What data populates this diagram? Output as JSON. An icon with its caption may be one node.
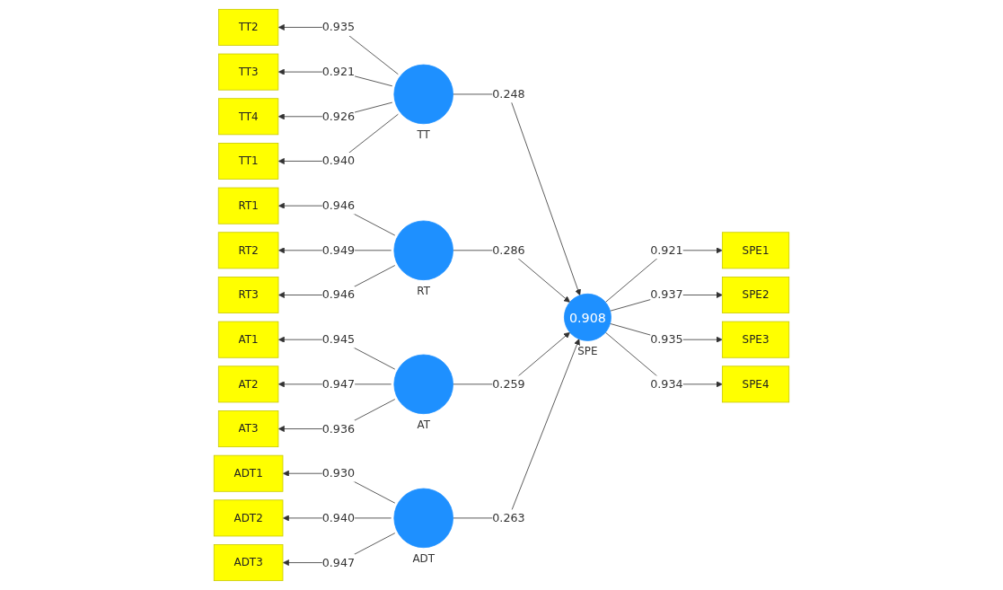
{
  "diagram": {
    "nodes": [
      {
        "text": [
          "TT2"
        ]
      },
      {
        "text": [
          "TT3"
        ]
      },
      {
        "text": [
          "TT4"
        ]
      },
      {
        "text": [
          "TT1"
        ]
      },
      {
        "text": [],
        "shape": "circle",
        "beside": [
          "TT"
        ]
      },
      {
        "text": [
          "RT1"
        ]
      },
      {
        "text": [
          "RT2"
        ]
      },
      {
        "text": [
          "RT3"
        ]
      },
      {
        "text": [],
        "shape": "circle",
        "beside": [
          "RT"
        ]
      },
      {
        "text": [
          "AT1"
        ]
      },
      {
        "text": [
          "AT2"
        ]
      },
      {
        "text": [
          "AT3"
        ]
      },
      {
        "text": [],
        "shape": "circle",
        "beside": [
          "AT"
        ]
      },
      {
        "text": [
          "ADT1"
        ]
      },
      {
        "text": [
          "ADT2"
        ]
      },
      {
        "text": [
          "ADT3"
        ]
      },
      {
        "text": [],
        "shape": "circle",
        "beside": [
          "ADT"
        ]
      },
      {
        "text": [
          "0.908"
        ],
        "beside": [
          "SPE"
        ]
      },
      {
        "text": [
          "SPE1"
        ]
      },
      {
        "text": [
          "SPE2"
        ]
      },
      {
        "text": [
          "SPE3"
        ]
      },
      {
        "text": [
          "SPE4"
        ]
      }
    ],
    "edges": [
      {
        "from": 4,
        "to": 0,
        "arrow": "to",
        "label": "0.935"
      },
      {
        "from": 4,
        "to": 1,
        "arrow": "to",
        "label": "0.921"
      },
      {
        "from": 4,
        "to": 2,
        "arrow": "to",
        "label": "0.926"
      },
      {
        "from": 4,
        "to": 3,
        "arrow": "to",
        "label": "0.940"
      },
      {
        "from": 8,
        "to": 5,
        "arrow": "to",
        "label": "0.946"
      },
      {
        "from": 8,
        "to": 6,
        "arrow": "to",
        "label": "0.949"
      },
      {
        "from": 8,
        "to": 7,
        "arrow": "to",
        "label": "0.946"
      },
      {
        "from": 12,
        "to": 9,
        "arrow": "to",
        "label": "0.945"
      },
      {
        "from": 12,
        "to": 10,
        "arrow": "to",
        "label": "0.947"
      },
      {
        "from": 12,
        "to": 11,
        "arrow": "to",
        "label": "0.936"
      },
      {
        "from": 16,
        "to": 13,
        "arrow": "to",
        "label": "0.930"
      },
      {
        "from": 16,
        "to": 14,
        "arrow": "to",
        "label": "0.940"
      },
      {
        "from": 16,
        "to": 15,
        "arrow": "to",
        "label": "0.947"
      },
      {
        "from": 4,
        "to": 17,
        "arrow": "to",
        "label": "0.248"
      },
      {
        "from": 8,
        "to": 17,
        "arrow": "to",
        "label": "0.286"
      },
      {
        "from": 12,
        "to": 17,
        "arrow": "to",
        "label": "0.259"
      },
      {
        "from": 16,
        "to": 17,
        "arrow": "to",
        "label": "0.263"
      },
      {
        "from": 17,
        "to": 18,
        "arrow": "to",
        "label": "0.921"
      },
      {
        "from": 17,
        "to": 19,
        "arrow": "to",
        "label": "0.937"
      },
      {
        "from": 17,
        "to": 20,
        "arrow": "to",
        "label": "0.935"
      },
      {
        "from": 17,
        "to": 21,
        "arrow": "to",
        "label": "0.934"
      }
    ]
  }
}
